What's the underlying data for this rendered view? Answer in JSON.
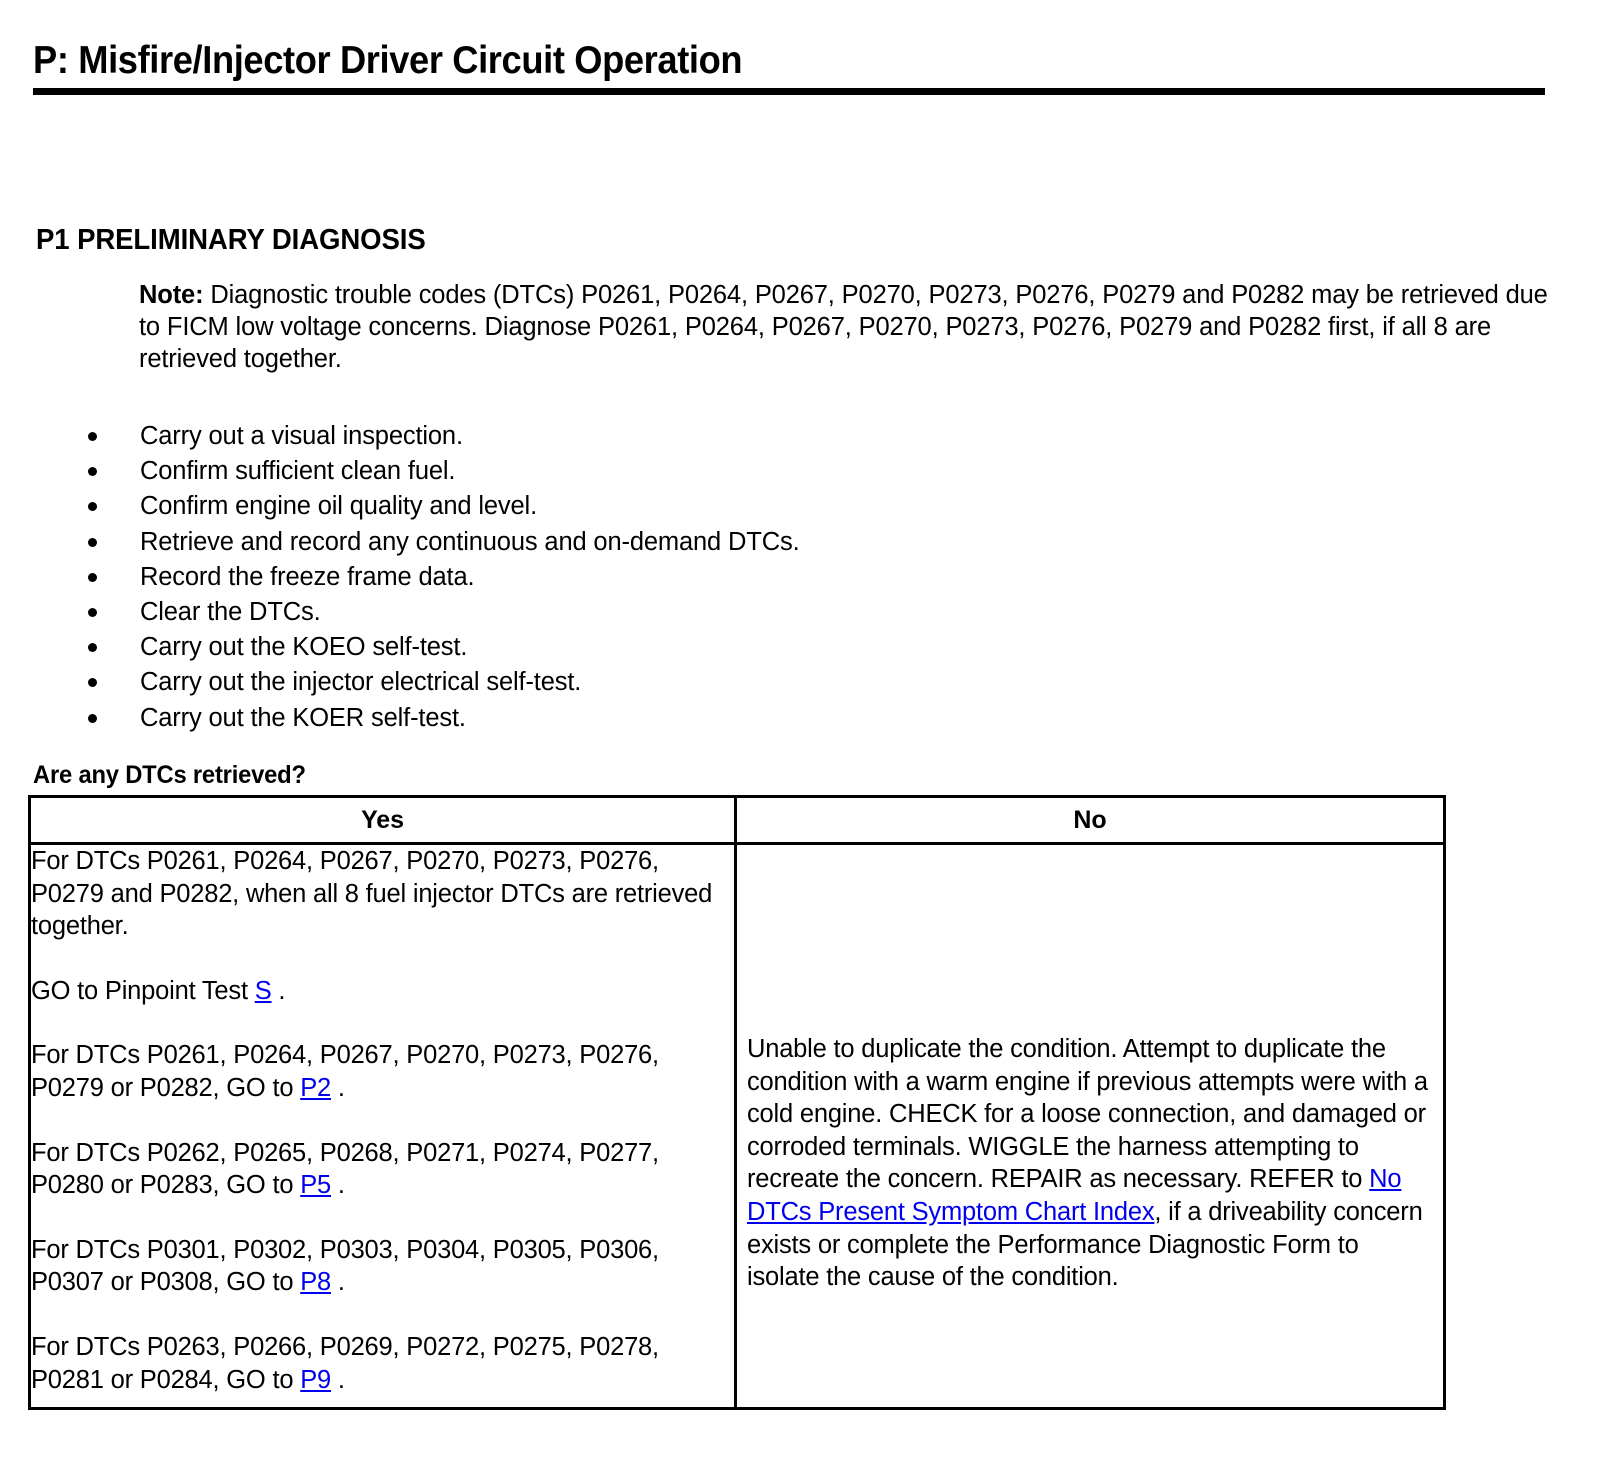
{
  "document": {
    "title": "P: Misfire/Injector Driver Circuit Operation",
    "section_heading": "P1 PRELIMINARY DIAGNOSIS",
    "note": {
      "label": "Note:",
      "text": " Diagnostic trouble codes (DTCs) P0261, P0264, P0267, P0270, P0273, P0276, P0279 and P0282 may be retrieved due to FICM low voltage concerns. Diagnose P0261, P0264, P0267, P0270, P0273, P0276, P0279 and P0282 first, if all 8 are retrieved together."
    },
    "steps": [
      "Carry out a visual inspection.",
      "Confirm sufficient clean fuel.",
      "Confirm engine oil quality and level.",
      "Retrieve and record any continuous and on-demand DTCs.",
      "Record the freeze frame data.",
      "Clear the DTCs.",
      "Carry out the KOEO self-test.",
      "Carry out the injector electrical self-test.",
      "Carry out the KOER self-test."
    ],
    "question": "Are any DTCs retrieved?",
    "table": {
      "headers": {
        "yes": "Yes",
        "no": "No"
      },
      "yes_cell": {
        "paragraphs": [
          {
            "text": "For DTCs P0261, P0264, P0267, P0270, P0273, P0276, P0279 and P0282, when all 8 fuel injector DTCs are retrieved together."
          },
          {
            "prefix": "GO to Pinpoint Test ",
            "link": "S",
            "suffix": " ."
          },
          {
            "prefix": "For DTCs P0261, P0264, P0267, P0270, P0273, P0276, P0279 or P0282, GO to ",
            "link": "P2",
            "suffix": " ."
          },
          {
            "prefix": "For DTCs P0262, P0265, P0268, P0271, P0274, P0277, P0280 or P0283, GO to ",
            "link": "P5",
            "suffix": " ."
          },
          {
            "prefix": "For DTCs P0301, P0302, P0303, P0304, P0305, P0306, P0307 or P0308, GO to ",
            "link": "P8",
            "suffix": " ."
          },
          {
            "prefix": "For DTCs P0263, P0266, P0269, P0272, P0275, P0278, P0281 or P0284, GO to ",
            "link": "P9",
            "suffix": " ."
          }
        ]
      },
      "no_cell": {
        "part1": "Unable to duplicate the condition. Attempt to duplicate the condition with a warm engine if previous attempts were with a cold engine. CHECK for a loose connection, and damaged or corroded terminals. WIGGLE the harness attempting to recreate the concern. REPAIR as necessary. REFER to ",
        "link": "No DTCs Present Symptom Chart Index",
        "part2": ", if a driveability concern exists or complete the Performance Diagnostic Form to isolate the cause of the condition."
      }
    }
  },
  "colors": {
    "ink": "#000000",
    "paper": "#ffffff"
  }
}
